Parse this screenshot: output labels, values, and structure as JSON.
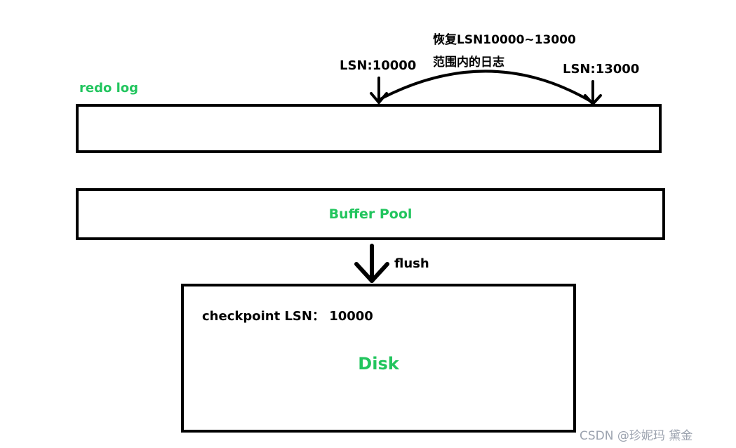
{
  "labels": {
    "recover_line1": "恢复LSN10000~13000",
    "recover_line2": "范围内的日志",
    "lsn_start": "LSN:10000",
    "lsn_end": "LSN:13000",
    "redo_log": "redo log",
    "buffer_pool": "Buffer Pool",
    "flush": "flush",
    "checkpoint": "checkpoint LSN：  10000",
    "disk": "Disk",
    "watermark": "CSDN @珍妮玛 黛金"
  },
  "colors": {
    "accent_green": "#22c55e",
    "stroke": "#000000",
    "watermark": "#9ca3af"
  },
  "icons": {
    "lsn_start_arrow": "down-arrow-icon",
    "lsn_end_arrow": "down-arrow-icon",
    "recovery_arc": "curved-arc",
    "flush_arrow": "down-arrow-icon"
  }
}
